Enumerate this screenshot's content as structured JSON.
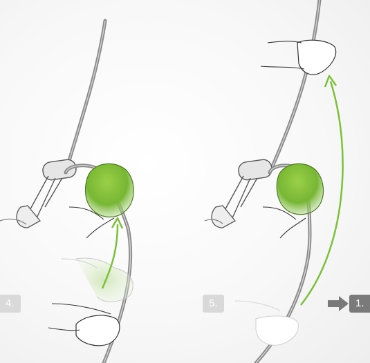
{
  "steps": {
    "step4_label": "4.",
    "step5_label": "5.",
    "next_step_label": "1."
  },
  "icons": {
    "next": "arrow-right-icon"
  },
  "colors": {
    "accent_green": "#7cbf3a",
    "rope_gray": "#8a8a8a",
    "badge_gray": "#d9d9d9",
    "badge_dark": "#7a7a7a"
  }
}
